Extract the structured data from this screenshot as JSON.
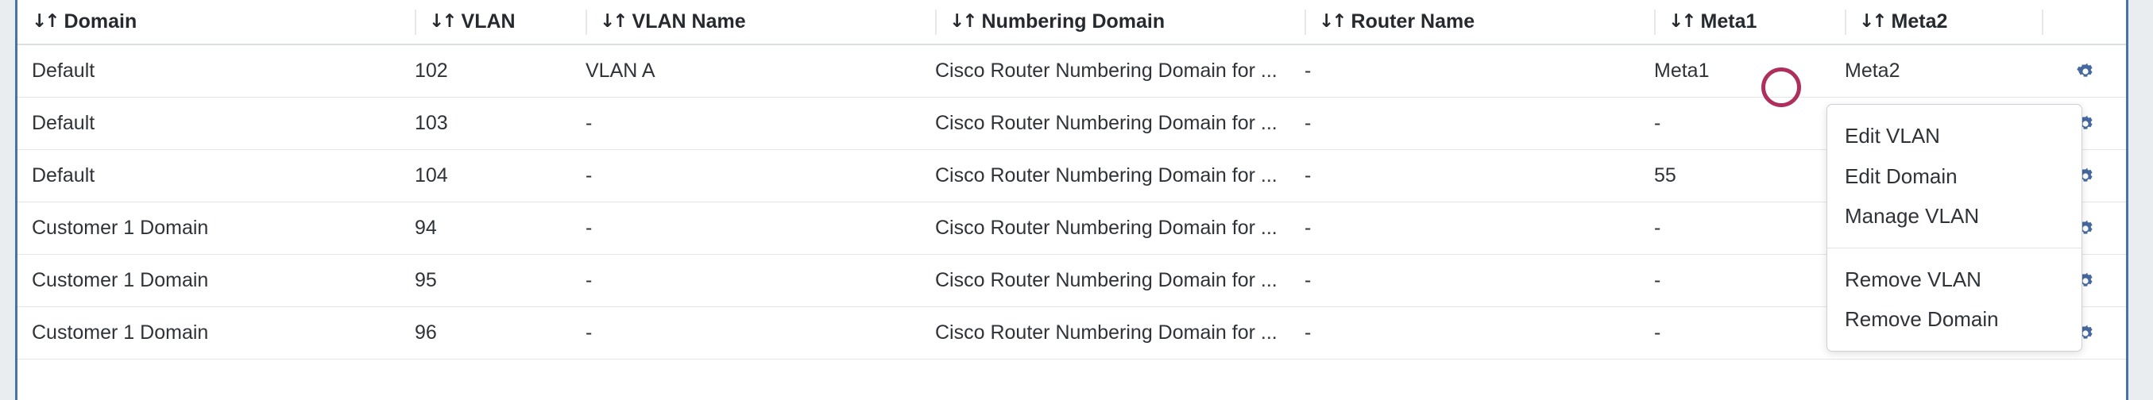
{
  "theme": {
    "panel_border": "#4a72a8",
    "gutter_bg": "#e9edf0",
    "gear_color": "#45689f",
    "annotation_color": "#ae2f5c",
    "text_color": "#2f3337"
  },
  "table": {
    "sort_icon": "↓↑",
    "columns": [
      {
        "key": "domain",
        "label": "Domain",
        "sortable": true
      },
      {
        "key": "vlan",
        "label": "VLAN",
        "sortable": true
      },
      {
        "key": "vlan_name",
        "label": "VLAN Name",
        "sortable": true
      },
      {
        "key": "num_domain",
        "label": "Numbering Domain",
        "sortable": true
      },
      {
        "key": "router",
        "label": "Router Name",
        "sortable": true
      },
      {
        "key": "meta1",
        "label": "Meta1",
        "sortable": true
      },
      {
        "key": "meta2",
        "label": "Meta2",
        "sortable": true
      }
    ],
    "rows": [
      {
        "domain": "Default",
        "vlan": "102",
        "vlan_name": "VLAN A",
        "num_domain": "Cisco Router Numbering Domain for ...",
        "router": "-",
        "meta1": "Meta1",
        "meta2": "Meta2",
        "action_icon": "gear-icon"
      },
      {
        "domain": "Default",
        "vlan": "103",
        "vlan_name": "-",
        "num_domain": "Cisco Router Numbering Domain for ...",
        "router": "-",
        "meta1": "-",
        "meta2": "",
        "action_icon": "gear-icon"
      },
      {
        "domain": "Default",
        "vlan": "104",
        "vlan_name": "-",
        "num_domain": "Cisco Router Numbering Domain for ...",
        "router": "-",
        "meta1": "55",
        "meta2": "",
        "action_icon": "gear-icon"
      },
      {
        "domain": "Customer 1 Domain",
        "vlan": "94",
        "vlan_name": "-",
        "num_domain": "Cisco Router Numbering Domain for ...",
        "router": "-",
        "meta1": "-",
        "meta2": "",
        "action_icon": "gear-icon"
      },
      {
        "domain": "Customer 1 Domain",
        "vlan": "95",
        "vlan_name": "-",
        "num_domain": "Cisco Router Numbering Domain for ...",
        "router": "-",
        "meta1": "-",
        "meta2": "",
        "action_icon": "gear-icon"
      },
      {
        "domain": "Customer 1 Domain",
        "vlan": "96",
        "vlan_name": "-",
        "num_domain": "Cisco Router Numbering Domain for ...",
        "router": "-",
        "meta1": "-",
        "meta2": "",
        "action_icon": "gear-icon"
      }
    ]
  },
  "context_menu": {
    "open": true,
    "groups": [
      {
        "items": [
          {
            "label": "Edit VLAN"
          },
          {
            "label": "Edit Domain"
          },
          {
            "label": "Manage VLAN"
          }
        ]
      },
      {
        "items": [
          {
            "label": "Remove VLAN"
          },
          {
            "label": "Remove Domain"
          }
        ]
      }
    ]
  }
}
